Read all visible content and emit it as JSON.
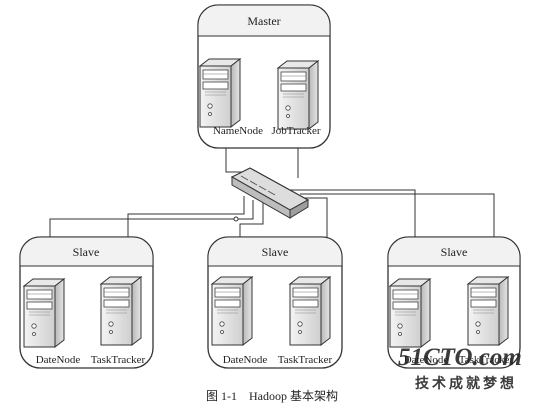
{
  "master": {
    "title": "Master",
    "processes": [
      "NameNode",
      "JobTracker"
    ]
  },
  "slaves": [
    {
      "title": "Slave",
      "processes": [
        "DateNode",
        "TaskTracker"
      ]
    },
    {
      "title": "Slave",
      "processes": [
        "DateNode",
        "TaskTracker"
      ]
    },
    {
      "title": "Slave",
      "processes": [
        "DateNode",
        "TaskTracker"
      ]
    }
  ],
  "caption": "图 1-1    Hadoop 基本架构",
  "watermark": {
    "brand": "51CTO.com",
    "slogan": "技术成就梦想",
    "color": "#d9573f"
  },
  "icons": {
    "server": "server-icon",
    "switch": "network-switch-icon"
  }
}
